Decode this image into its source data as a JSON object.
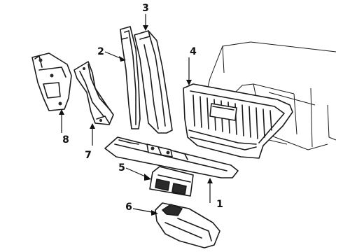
{
  "callouts": [
    {
      "id": "1",
      "text": "1"
    },
    {
      "id": "2",
      "text": "2"
    },
    {
      "id": "3",
      "text": "3"
    },
    {
      "id": "4",
      "text": "4"
    },
    {
      "id": "5",
      "text": "5"
    },
    {
      "id": "6",
      "text": "6"
    },
    {
      "id": "7",
      "text": "7"
    },
    {
      "id": "8",
      "text": "8"
    }
  ]
}
